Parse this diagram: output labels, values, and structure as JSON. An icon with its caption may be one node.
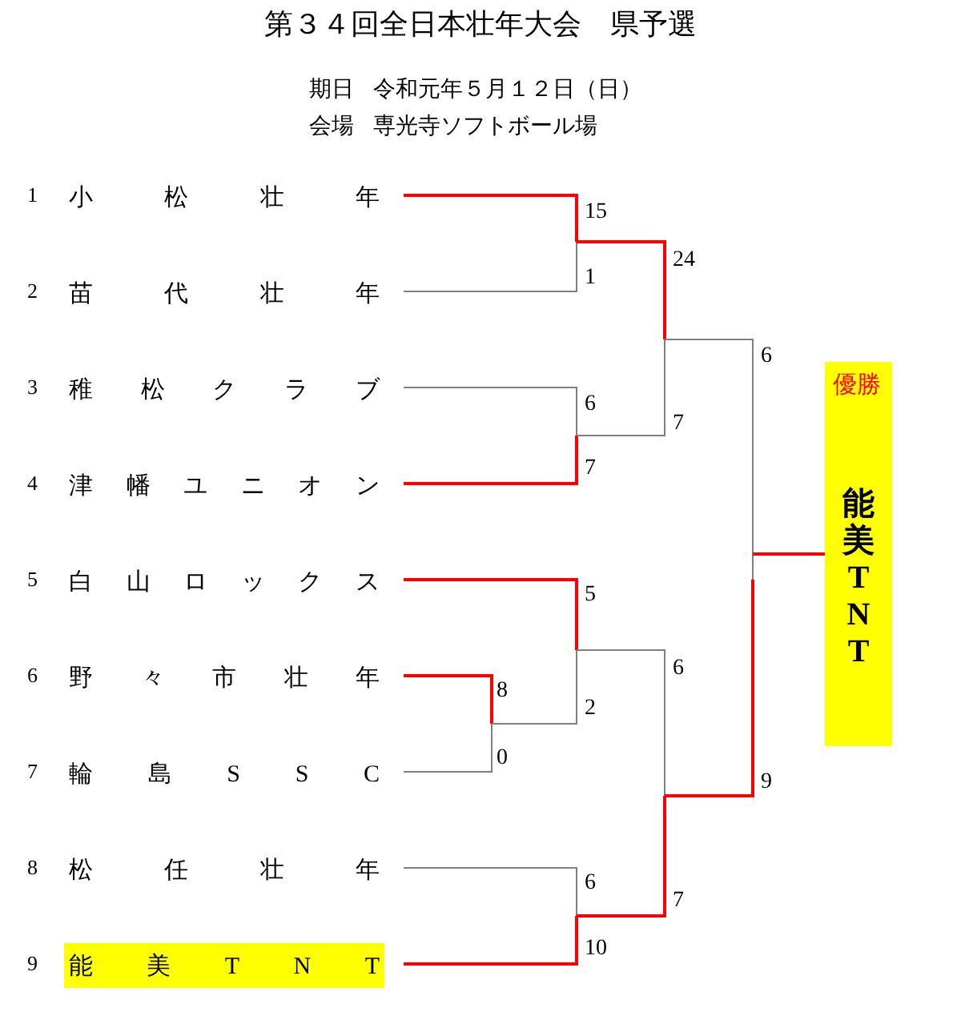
{
  "diagram": {
    "title": "第３４回全日本壮年大会　県予選",
    "nodes": [
      {
        "text": [
          "小松壮年"
        ],
        "beside": [
          "1"
        ]
      },
      {
        "text": [
          "苗代壮年"
        ],
        "beside": [
          "2"
        ]
      },
      {
        "text": [
          "稚松クラブ"
        ],
        "beside": [
          "3"
        ]
      },
      {
        "text": [
          "津幡ユニオン"
        ],
        "beside": [
          "4"
        ]
      },
      {
        "text": [
          "白山ロックス"
        ],
        "beside": [
          "5"
        ]
      },
      {
        "text": [
          "野々市壮年"
        ],
        "beside": [
          "6"
        ]
      },
      {
        "text": [
          "輪島SSC"
        ],
        "beside": [
          "7"
        ]
      },
      {
        "text": [
          "松任壮年"
        ],
        "beside": [
          "8"
        ]
      },
      {
        "text": [
          "能美TNT"
        ],
        "beside": [
          "9"
        ]
      },
      {
        "text": [
          "優勝",
          "能美TNT"
        ]
      }
    ],
    "edges": [
      {
        "from": null,
        "to": 9,
        "arrow": "none",
        "color": "#ff0000"
      }
    ],
    "labels": [
      "期日",
      "令和元年５月１２日（日）",
      "会場",
      "専光寺ソフトボール場",
      "15",
      "24",
      "1",
      "6",
      "6",
      "7",
      "7",
      "5",
      "6",
      "8",
      "2",
      "0",
      "9",
      "6",
      "7",
      "10"
    ]
  }
}
